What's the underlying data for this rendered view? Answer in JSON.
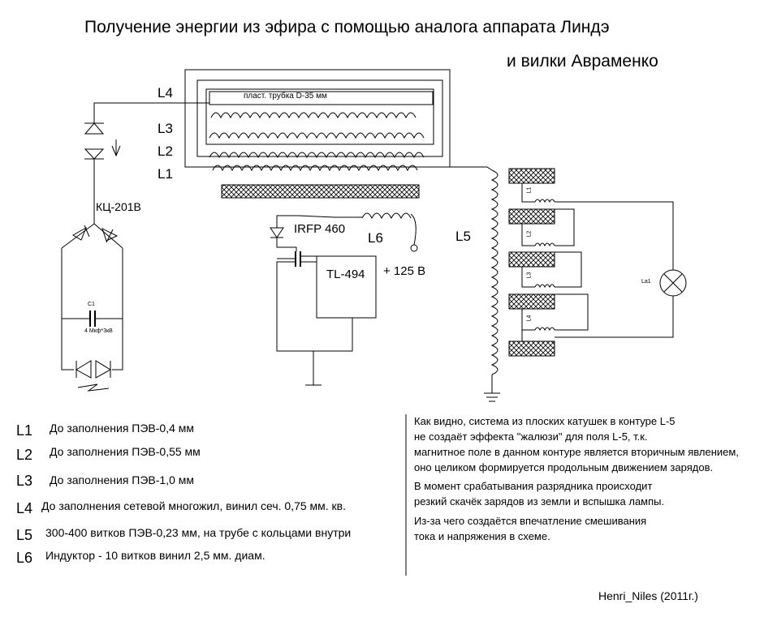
{
  "title": {
    "line1": "Получение энергии из эфира с помощью аналога аппарата Линдэ",
    "line2": "и вилки Авраменко"
  },
  "diagram": {
    "coil_labels": [
      "L4",
      "L3",
      "L2",
      "L1"
    ],
    "tube_label": "пласт. трубка D-35 мм",
    "diode_bridge_label": "КЦ-201В",
    "transistor_label": "IRFP 460",
    "controller_label": "TL-494",
    "voltage_label": "+ 125 В",
    "inductor_l6_label": "L6",
    "coil_l5_label": "L5",
    "cap_label": "C1",
    "cap_value": "4 Мкф*3кВ",
    "lamp_label": "La1",
    "flat_coils": [
      "L1",
      "L2",
      "L3",
      "L4"
    ]
  },
  "specs": [
    {
      "id": "L1",
      "text": "До заполнения ПЭВ-0,4 мм"
    },
    {
      "id": "L2",
      "text": "До заполнения ПЭВ-0,55 мм"
    },
    {
      "id": "L3",
      "text": "До заполнения ПЭВ-1,0 мм"
    },
    {
      "id": "L4",
      "text": "До заполнения сетевой многожил, винил сеч. 0,75 мм. кв."
    },
    {
      "id": "L5",
      "text": "300-400 витков ПЭВ-0,23 мм, на трубе с кольцами внутри"
    },
    {
      "id": "L6",
      "text": "Индуктор - 10 витков винил 2,5 мм. диам."
    }
  ],
  "notes": [
    "Как видно, система из плоских катушек в контуре L-5",
    "не создаёт эффекта \"жалюзи\" для поля L-5, т.к.",
    "магнитное поле в данном контуре является вторичным явлением,",
    "оно целиком формируется продольным движением зарядов.",
    "В момент срабатывания разрядника происходит",
    "резкий скачёк зарядов из земли и вспышка лампы.",
    "Из-за чего создаётся впечатление смешивания",
    "тока и напряжения в схеме."
  ],
  "author": "Henri_Niles (2011г.)"
}
